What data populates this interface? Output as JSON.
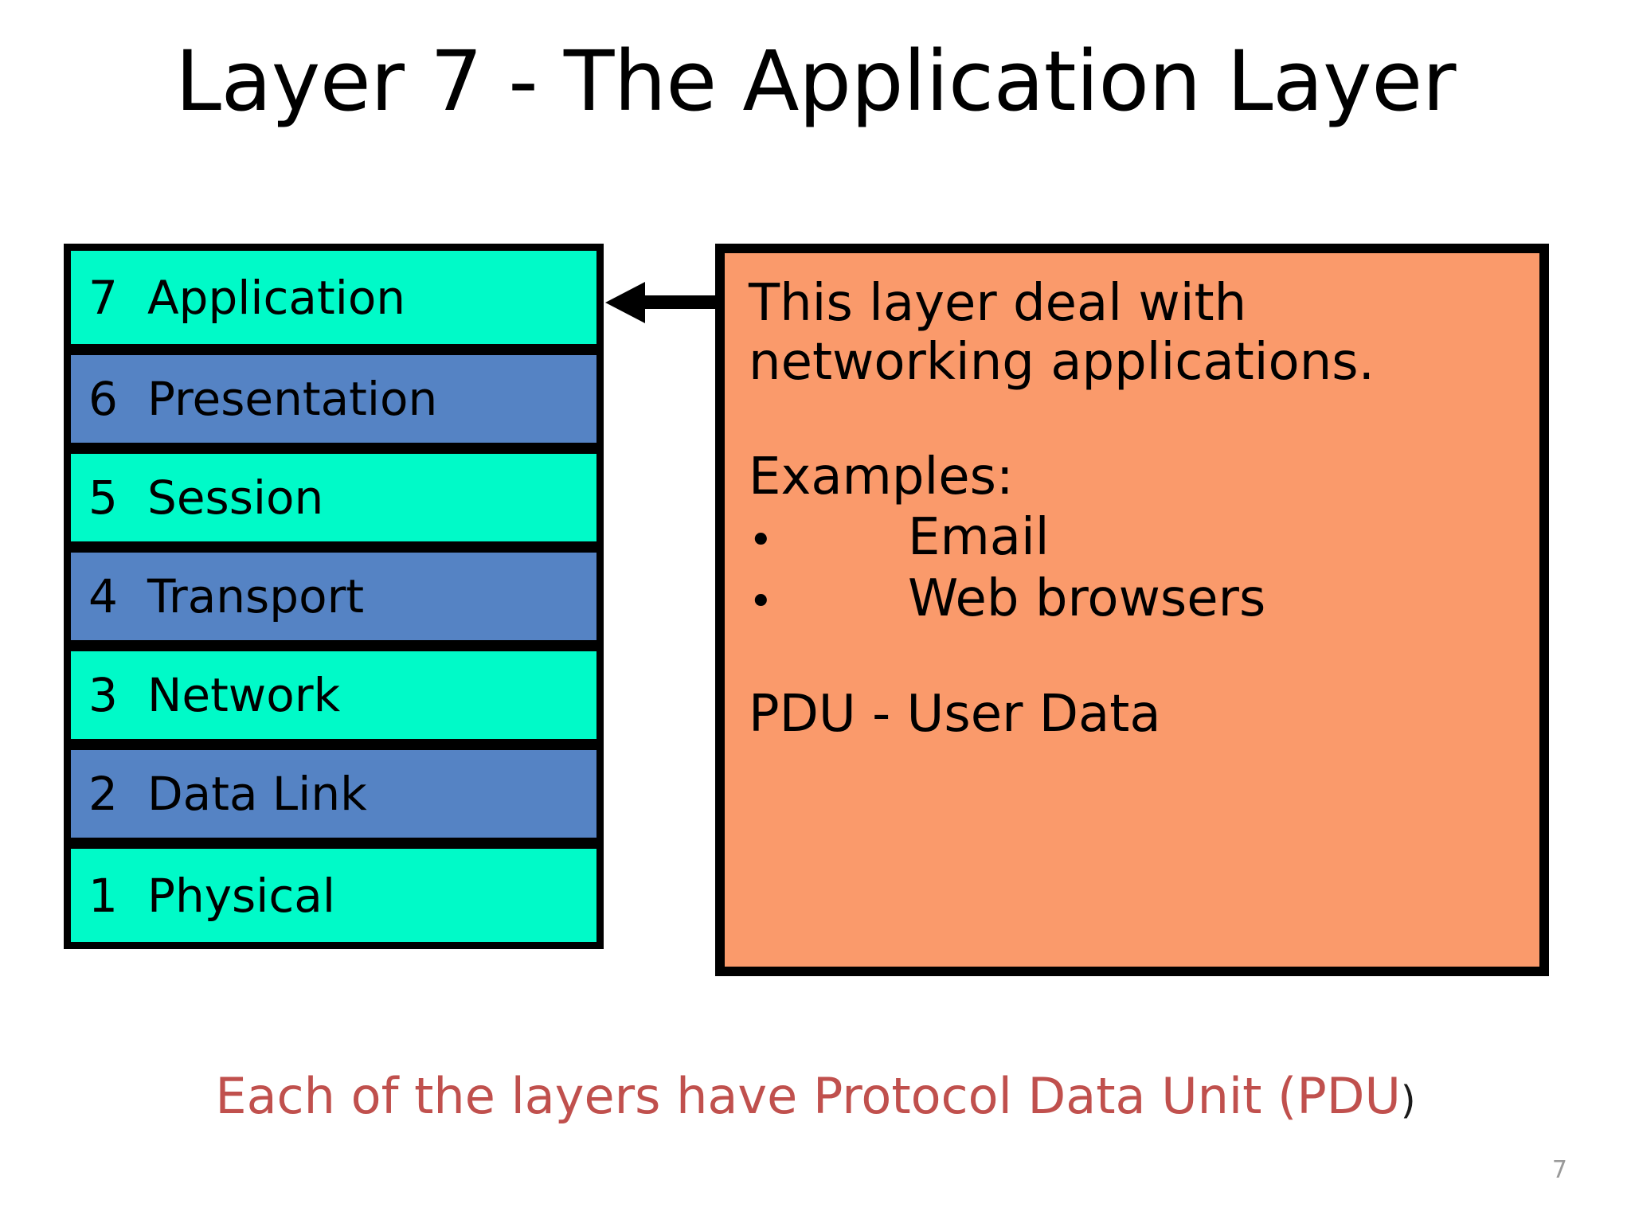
{
  "slide": {
    "title": "Layer 7 - The Application Layer",
    "page_number": "7"
  },
  "colors": {
    "layer_green": "#00FAC8",
    "layer_blue": "#5583C4",
    "callout_orange": "#FA9A6B",
    "caption_red": "#C0504D",
    "border_black": "#000000",
    "page_number_gray": "#9A9A9A"
  },
  "osi_stack": {
    "layers": [
      {
        "number": "7",
        "name": "Application",
        "color": "green",
        "highlighted": true
      },
      {
        "number": "6",
        "name": "Presentation",
        "color": "blue",
        "highlighted": false
      },
      {
        "number": "5",
        "name": "Session",
        "color": "green",
        "highlighted": false
      },
      {
        "number": "4",
        "name": "Transport",
        "color": "blue",
        "highlighted": false
      },
      {
        "number": "3",
        "name": "Network",
        "color": "green",
        "highlighted": false
      },
      {
        "number": "2",
        "name": "Data Link",
        "color": "blue",
        "highlighted": false
      },
      {
        "number": "1",
        "name": "Physical",
        "color": "green",
        "highlighted": false
      }
    ]
  },
  "arrow": {
    "icon": "arrow-left-icon",
    "direction": "left",
    "from": "callout-box",
    "to": "layer-7-application"
  },
  "callout": {
    "description_line_1": "This layer deal with",
    "description_line_2": "networking applications.",
    "examples_heading": "Examples:",
    "bullet_glyph": "•",
    "examples": [
      "Email",
      "Web browsers"
    ],
    "pdu_line": "PDU - User Data"
  },
  "caption": {
    "text_main": "Each of the layers have Protocol Data Unit (PDU",
    "text_close": ")"
  }
}
